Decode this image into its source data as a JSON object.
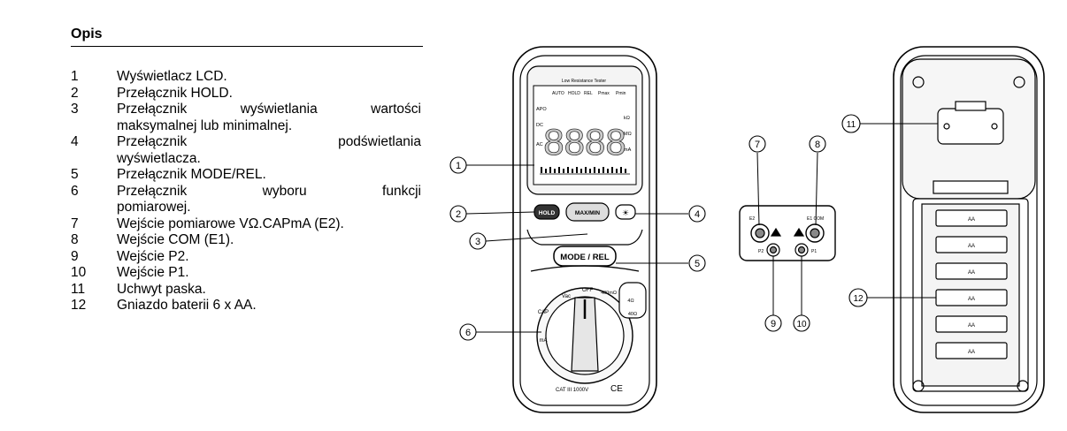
{
  "heading": "Opis",
  "items": [
    {
      "num": "1",
      "line1": "Wyświetlacz LCD.",
      "line2": ""
    },
    {
      "num": "2",
      "line1": "Przełącznik HOLD.",
      "line2": ""
    },
    {
      "num": "3",
      "line1": "Przełącznik wyświetlania wartości",
      "line2": "maksymalnej lub minimalnej."
    },
    {
      "num": "4",
      "line1": "Przełącznik podświetlania",
      "line2": "wyświetlacza."
    },
    {
      "num": "5",
      "line1": "Przełącznik MODE/REL.",
      "line2": ""
    },
    {
      "num": "6",
      "line1": "Przełącznik wyboru funkcji",
      "line2": "pomiarowej."
    },
    {
      "num": "7",
      "line1": "Wejście pomiarowe VΩ.CAPmA (E2).",
      "line2": ""
    },
    {
      "num": "8",
      "line1": "Wejście COM (E1).",
      "line2": ""
    },
    {
      "num": "9",
      "line1": "Wejście P2.",
      "line2": ""
    },
    {
      "num": "10",
      "line1": "Wejście P1.",
      "line2": ""
    },
    {
      "num": "11",
      "line1": "Uchwyt paska.",
      "line2": ""
    },
    {
      "num": "12",
      "line1": "Gniazdo baterii 6 x AA.",
      "line2": ""
    }
  ],
  "device": {
    "hold_label": "HOLD",
    "maxmin_label": "MAX/MIN",
    "mode_label": "MODE / REL",
    "backlight_symbol": "☀",
    "lcd_title": "Low Resistance Tester",
    "lcd_digits": "8888",
    "lcd_left": [
      "APO",
      "DC",
      "AC"
    ],
    "lcd_top": [
      "AUTO",
      "HOLD",
      "REL",
      "Pmax",
      "Pmin"
    ],
    "lcd_right": [
      "kΩ",
      "MΩ",
      "mA"
    ],
    "dial_labels": [
      "OFF",
      "Vac",
      "400mΩ",
      "4Ω",
      "40Ω",
      "CAP",
      "mA"
    ],
    "cat_label": "CAT III 1000V",
    "ce_label": "CE"
  },
  "terminals": {
    "e2": "E2",
    "e1": "E1 COM",
    "p1": "P1",
    "p2": "P2"
  },
  "battery_label": "AA",
  "callouts": [
    "1",
    "2",
    "3",
    "4",
    "5",
    "6",
    "7",
    "8",
    "9",
    "10",
    "11",
    "12"
  ],
  "colors": {
    "line": "#000000",
    "fill": "#e8e8e8",
    "dark": "#444444"
  }
}
